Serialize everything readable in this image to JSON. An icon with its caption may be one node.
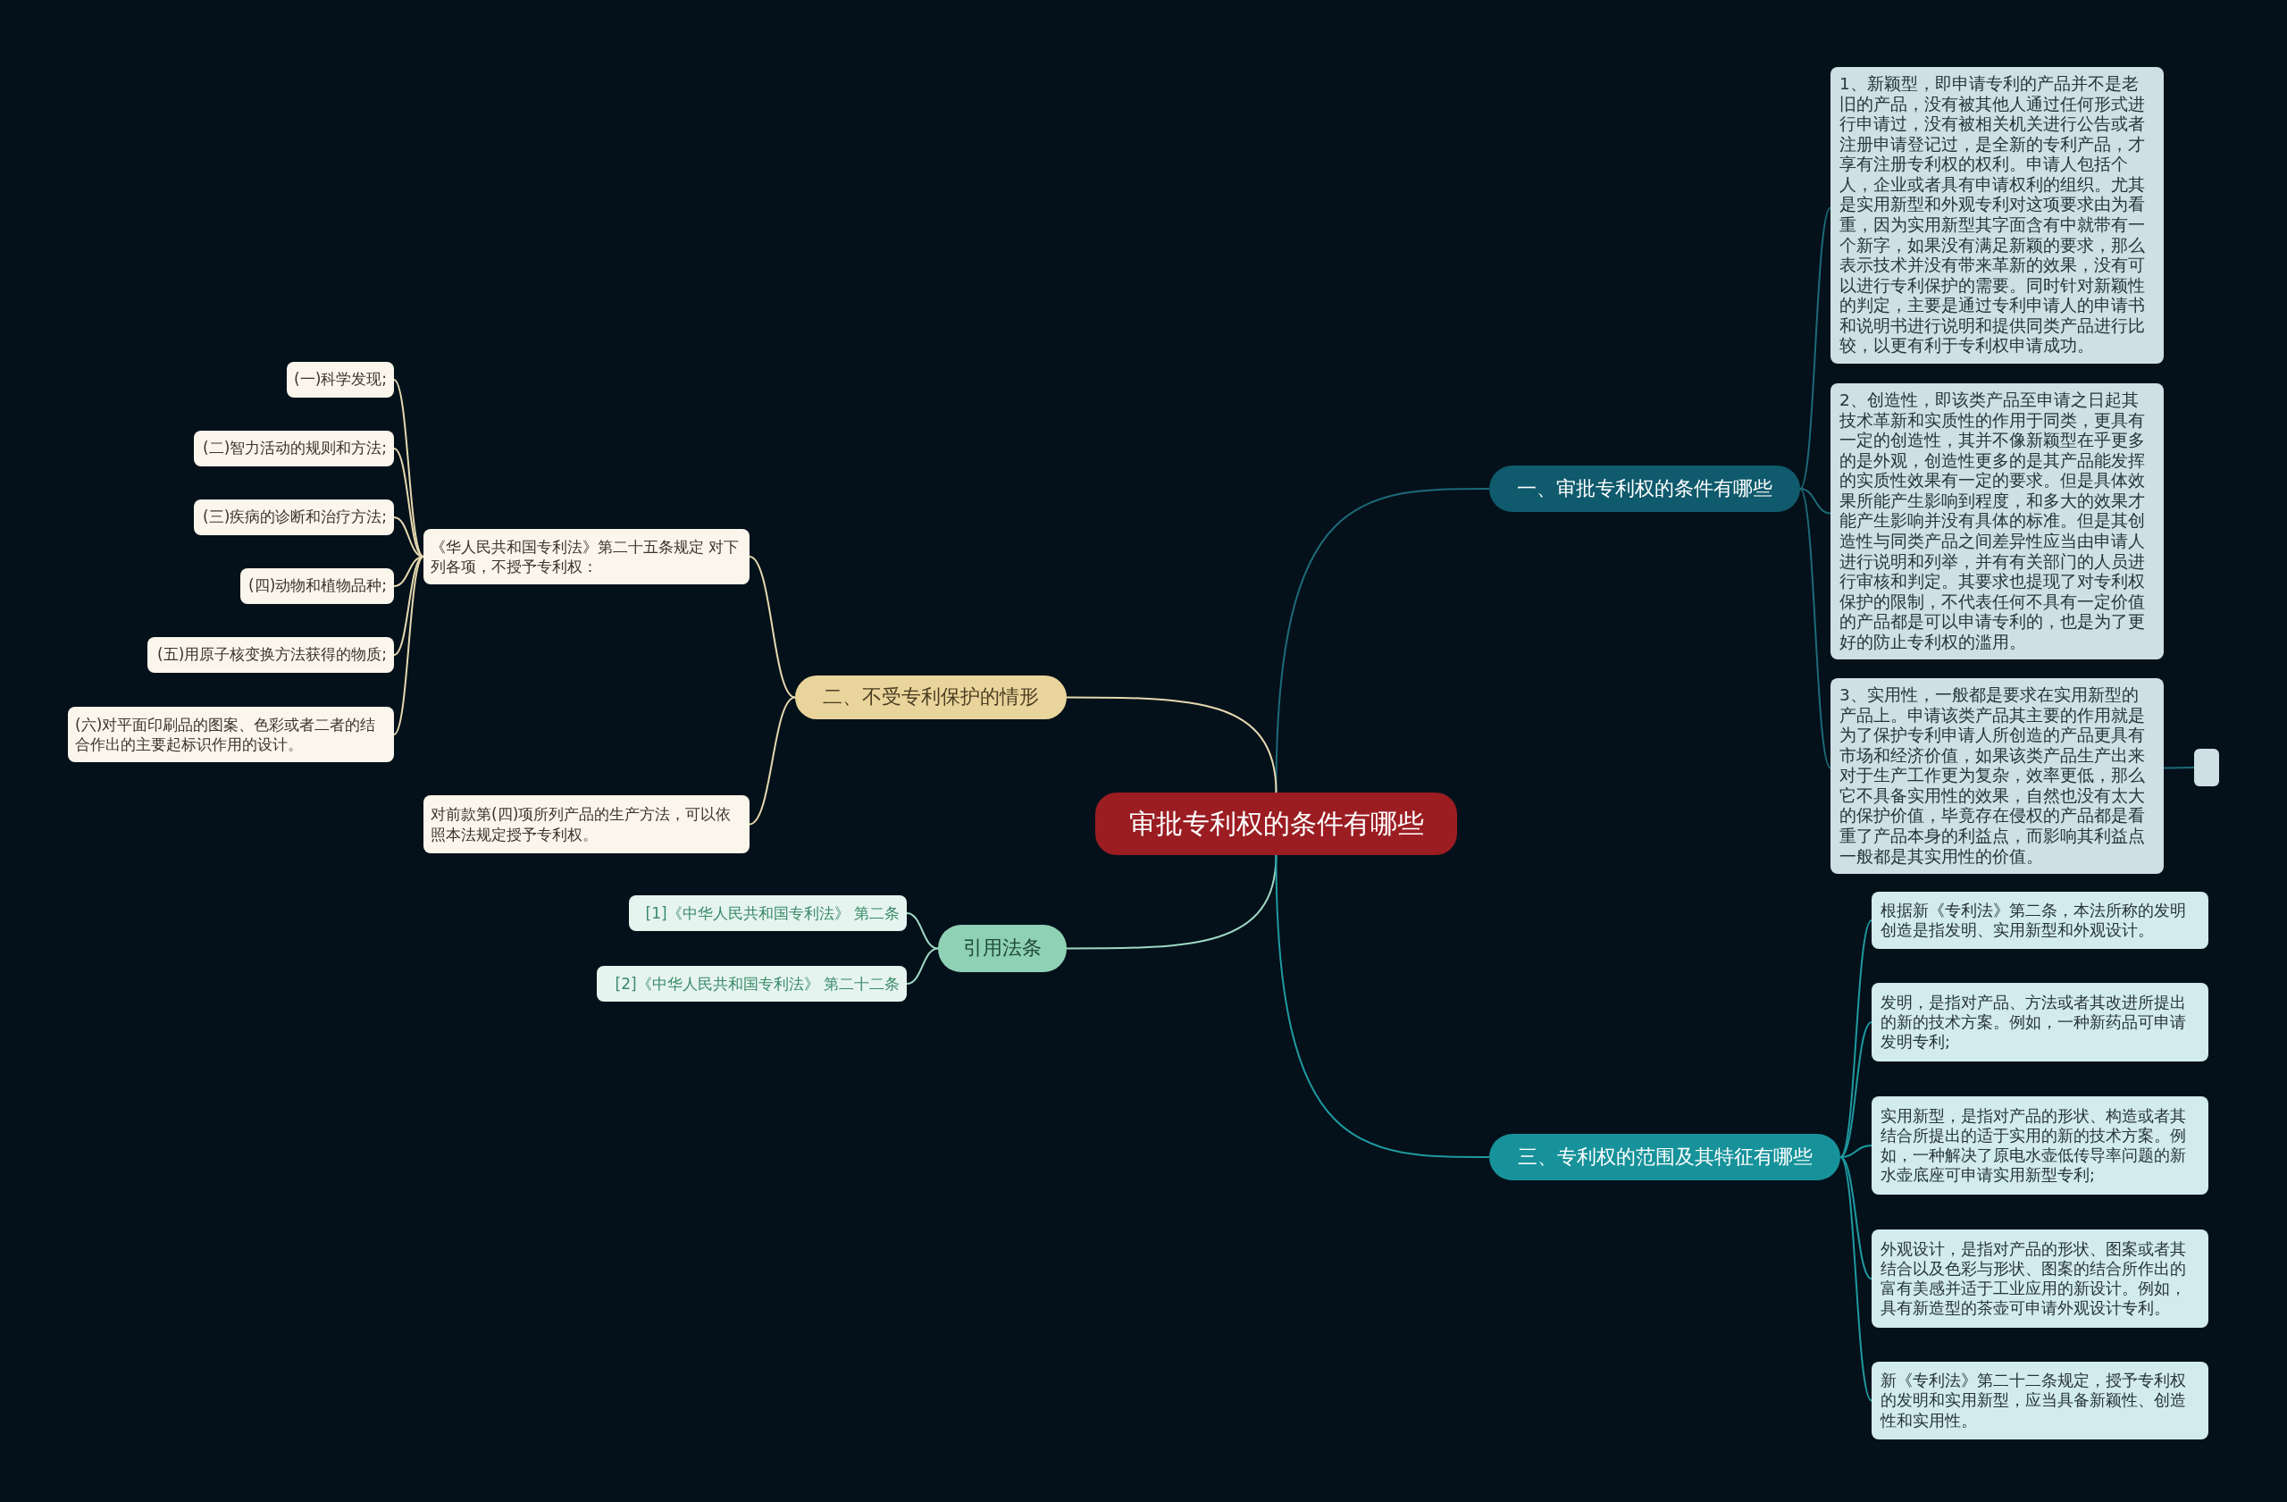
{
  "diagram": {
    "nodes": [
      {
        "text": [
          "审批专利权的条件有哪些"
        ]
      },
      {
        "text": [
          "一、审批专利权的条件有哪些"
        ]
      },
      {
        "text": [
          "1、新颖型，即申请专利的产品并不是老旧的产品，没有被其他人通过任何形式进行申请过，没有被相关机关进行公告或者注册申请登记过，是全新的专利产品，才享有注册专利权的权利。申请人包括个人，企业或者具有申请权利的组织。尤其是实用新型和外观专利对这项要求由为看重，因为实用新型其字面含有中就带有一个新字，如果没有满足新颖的要求，那么表示技术并没有带来革新的效果，没有可以进行专利保护的需要。同时针对新颖性的判定，主要是通过专利申请人的申请书和说明书进行说明和提供同类产品进行比较，以更有利于专利权申请成功。"
        ]
      },
      {
        "text": [
          "2、创造性，即该类产品至申请之日起其技术革新和实质性的作用于同类，更具有一定的创造性，其并不像新颖型在乎更多的是外观，创造性更多的是其产品能发挥的实质性效果有一定的要求。但是具体效果所能产生影响到程度，和多大的效果才能产生影响并没有具体的标准。但是其创造性与同类产品之间差异性应当由申请人进行说明和列举，并有有关部门的人员进行审核和判定。其要求也提现了对专利权保护的限制，不代表任何不具有一定价值的产品都是可以申请专利的，也是为了更好的防止专利权的滥用。"
        ]
      },
      {
        "text": [
          "3、实用性，一般都是要求在实用新型的产品上。申请该类产品其主要的作用就是为了保护专利申请人所创造的产品更具有市场和经济价值，如果该类产品生产出来对于生产工作更为复杂，效率更低，那么它不具备实用性的效果，自然也没有太大的保护价值，毕竟存在侵权的产品都是看重了产品本身的利益点，而影响其利益点一般都是其实用性的价值。"
        ]
      },
      {
        "text": [],
        "shape": "box"
      },
      {
        "text": [
          "二、不受专利保护的情形"
        ]
      },
      {
        "text": [
          "《华人民共和国专利法》第二十五条规定 对下列各项，不授予专利权："
        ]
      },
      {
        "text": [
          "(一)科学发现;"
        ]
      },
      {
        "text": [
          "(二)智力活动的规则和方法;"
        ]
      },
      {
        "text": [
          "(三)疾病的诊断和治疗方法;"
        ]
      },
      {
        "text": [
          "(四)动物和植物品种;"
        ]
      },
      {
        "text": [
          "(五)用原子核变换方法获得的物质;"
        ]
      },
      {
        "text": [
          "(六)对平面印刷品的图案、色彩或者二者的结合作出的主要起标识作用的设计。"
        ]
      },
      {
        "text": [
          "对前款第(四)项所列产品的生产方法，可以依照本法规定授予专利权。"
        ]
      },
      {
        "text": [
          "引用法条"
        ]
      },
      {
        "text": [
          "[1]《中华人民共和国专利法》 第二条"
        ]
      },
      {
        "text": [
          "[2]《中华人民共和国专利法》 第二十二条"
        ]
      },
      {
        "text": [
          "三、专利权的范围及其特征有哪些"
        ]
      },
      {
        "text": [
          "根据新《专利法》第二条，本法所称的发明创造是指发明、实用新型和外观设计。"
        ]
      },
      {
        "text": [
          "发明，是指对产品、方法或者其改进所提出的新的技术方案。例如，一种新药品可申请发明专利;"
        ]
      },
      {
        "text": [
          "实用新型，是指对产品的形状、构造或者其结合所提出的适于实用的新的技术方案。例如，一种解决了原电水壶低传导率问题的新水壶底座可申请实用新型专利;"
        ]
      },
      {
        "text": [
          "外观设计，是指对产品的形状、图案或者其结合以及色彩与形状、图案的结合所作出的富有美感并适于工业应用的新设计。例如，具有新造型的茶壶可申请外观设计专利。"
        ]
      },
      {
        "text": [
          "新《专利法》第二十二条规定，授予专利权的发明和实用新型，应当具备新颖性、创造性和实用性。"
        ]
      }
    ],
    "edges": [
      {
        "from": 0,
        "to": 1,
        "arrow": "none",
        "color": "#1d6a78"
      },
      {
        "from": 1,
        "to": 2,
        "arrow": "none",
        "color": "#1d6a78"
      },
      {
        "from": 1,
        "to": 3,
        "arrow": "none",
        "color": "#1d6a78"
      },
      {
        "from": 1,
        "to": 4,
        "arrow": "none",
        "color": "#1d6a78"
      },
      {
        "from": 4,
        "to": 5,
        "arrow": "none",
        "color": "#1d6a78"
      },
      {
        "from": 0,
        "to": 6,
        "arrow": "none",
        "color": "#e6d8b0"
      },
      {
        "from": 6,
        "to": 7,
        "arrow": "none",
        "color": "#e6d8b0"
      },
      {
        "from": 7,
        "to": 8,
        "arrow": "none",
        "color": "#e6d8b0"
      },
      {
        "from": 7,
        "to": 9,
        "arrow": "none",
        "color": "#e6d8b0"
      },
      {
        "from": 7,
        "to": 10,
        "arrow": "none",
        "color": "#e6d8b0"
      },
      {
        "from": 7,
        "to": 11,
        "arrow": "none",
        "color": "#e6d8b0"
      },
      {
        "from": 7,
        "to": 12,
        "arrow": "none",
        "color": "#e6d8b0"
      },
      {
        "from": 7,
        "to": 13,
        "arrow": "none",
        "color": "#e6d8b0"
      },
      {
        "from": 6,
        "to": 14,
        "arrow": "none",
        "color": "#e6d8b0"
      },
      {
        "from": 0,
        "to": 15,
        "arrow": "none",
        "color": "#9fd8c4"
      },
      {
        "from": 15,
        "to": 16,
        "arrow": "none",
        "color": "#9fd8c4"
      },
      {
        "from": 15,
        "to": 17,
        "arrow": "none",
        "color": "#9fd8c4"
      },
      {
        "from": 0,
        "to": 18,
        "arrow": "none",
        "color": "#1f9aa2"
      },
      {
        "from": 18,
        "to": 19,
        "arrow": "none",
        "color": "#1f9aa2"
      },
      {
        "from": 18,
        "to": 20,
        "arrow": "none",
        "color": "#1f9aa2"
      },
      {
        "from": 18,
        "to": 21,
        "arrow": "none",
        "color": "#1f9aa2"
      },
      {
        "from": 18,
        "to": 22,
        "arrow": "none",
        "color": "#1f9aa2"
      },
      {
        "from": 18,
        "to": 23,
        "arrow": "none",
        "color": "#1f9aa2"
      }
    ]
  }
}
